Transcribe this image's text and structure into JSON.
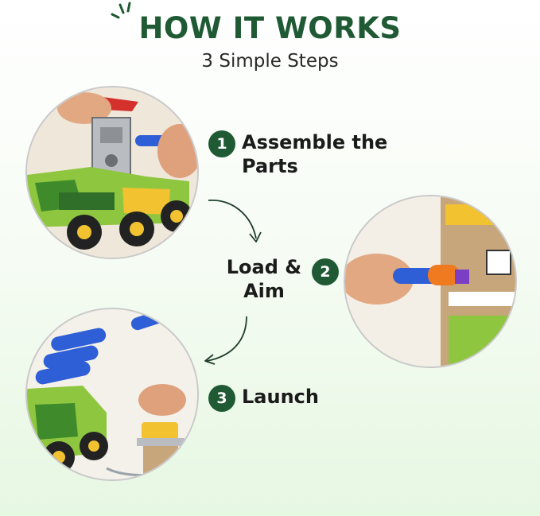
{
  "header": {
    "title": "HOW IT WORKS",
    "subtitle": "3 Simple Steps"
  },
  "steps": [
    {
      "number": "1",
      "label": "Assemble the Parts"
    },
    {
      "number": "2",
      "label": "Load & Aim"
    },
    {
      "number": "3",
      "label": "Launch"
    }
  ],
  "colors": {
    "brand_green": "#1f5a34",
    "dart_blue": "#2f5fd6",
    "dart_orange": "#f07a1f"
  },
  "icons": [
    "spark-lines-icon",
    "curved-arrow-icon"
  ]
}
